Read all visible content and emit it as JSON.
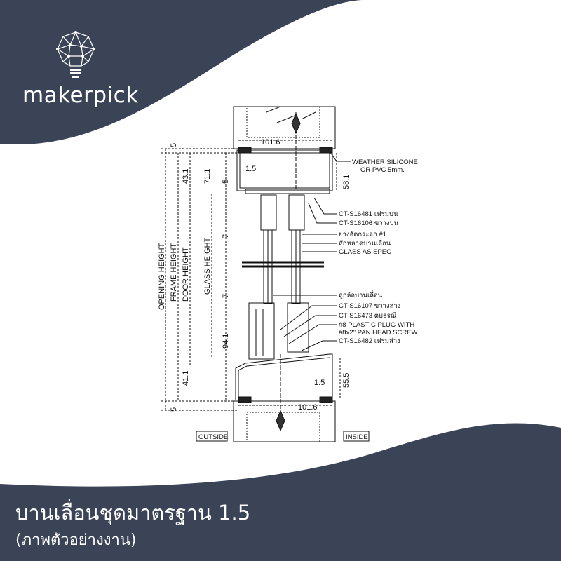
{
  "brand": {
    "name": "makerpick",
    "logo_icon": "lightbulb-geometric-icon"
  },
  "caption": {
    "title": "บานเลื่อนชุดมาตรฐาน 1.5",
    "subtitle": "(ภาพตัวอย่างงาน)"
  },
  "colors": {
    "background": "#3b4457",
    "panel": "#ffffff",
    "line": "#111111"
  },
  "drawing": {
    "dimensions": {
      "top_width": "101.6",
      "bottom_width": "101.6",
      "top_gap": "5",
      "bottom_gap": "5",
      "d_43_1": "43.1",
      "d_71_1": "71.1",
      "d_1_5_top": "1.5",
      "d_5_mid": "5",
      "d_58_1": "58.1",
      "d_7_top": "7",
      "d_7_bottom": "7",
      "d_94_1": "94.1",
      "d_41_1": "41.1",
      "d_1_5_bottom": "1.5",
      "d_55_5": "55.5"
    },
    "vertical_labels": [
      "OPENING HEIGHT",
      "FRAME HEIGHT",
      "DOOR HEIGHT",
      "GLASS HEIGHT"
    ],
    "callouts": [
      "WEATHER SILICONE",
      "OR PVC 5mm.",
      "CT-S16481 เฟรมบน",
      "CT-S16106 ขวางบน",
      "ยางอัดกระจก #1",
      "สักหลาดบานเลื่อน",
      "GLASS AS SPEC",
      "ลูกล้อบานเลื่อน",
      "CT-S16107 ขวางล่าง",
      "CT-S16473 ตบธรณี",
      "#8 PLASTIC PLUG WITH",
      "#8x2\" PAN HEAD SCREW",
      "CT-S16482 เฟรมล่าง"
    ],
    "side_labels": {
      "outside": "OUTSIDE",
      "inside": "INSIDE"
    }
  }
}
